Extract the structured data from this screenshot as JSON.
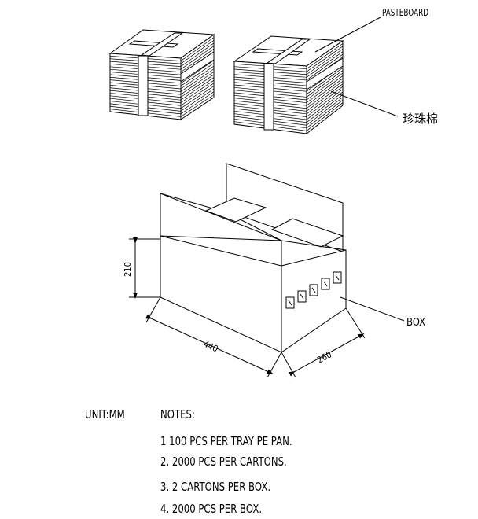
{
  "labels": {
    "pasteboard": "PASTEBOARD",
    "strapping": "珍珠棉",
    "box": "BOX",
    "dim_height": "210",
    "dim_length": "440",
    "dim_width": "260",
    "unit": "UNIT:MM",
    "notes_title": "NOTES:"
  },
  "notes": [
    "1  100 PCS PER TRAY PE PAN.",
    "2.  2000 PCS PER CARTONS.",
    "3.  2 CARTONS PER BOX.",
    "4.  2000 PCS PER BOX."
  ],
  "stroke_color": "#000000"
}
